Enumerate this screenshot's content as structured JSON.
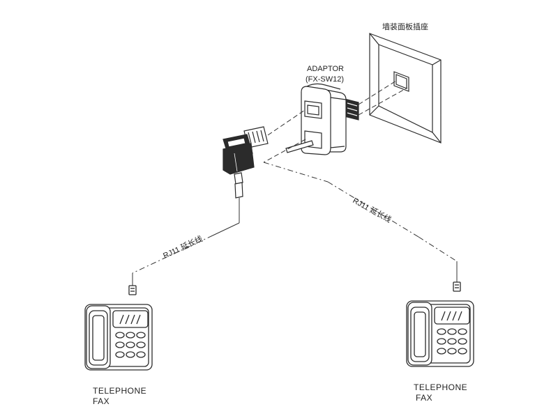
{
  "labels": {
    "wall_panel": "墙装面板插座",
    "adaptor_line1": "ADAPTOR",
    "adaptor_line2": "(FX-SW12)",
    "cable_left": "RJ11 延长线",
    "cable_right": "RJ11 延长线",
    "phone_left_line1": "TELEPHONE",
    "phone_left_line2": "FAX",
    "phone_right_line1": "TELEPHONE",
    "phone_right_line2": "FAX"
  },
  "colors": {
    "line": "#2a2a2a",
    "fill_light": "#ffffff",
    "fill_dark": "#2b2b2b"
  }
}
